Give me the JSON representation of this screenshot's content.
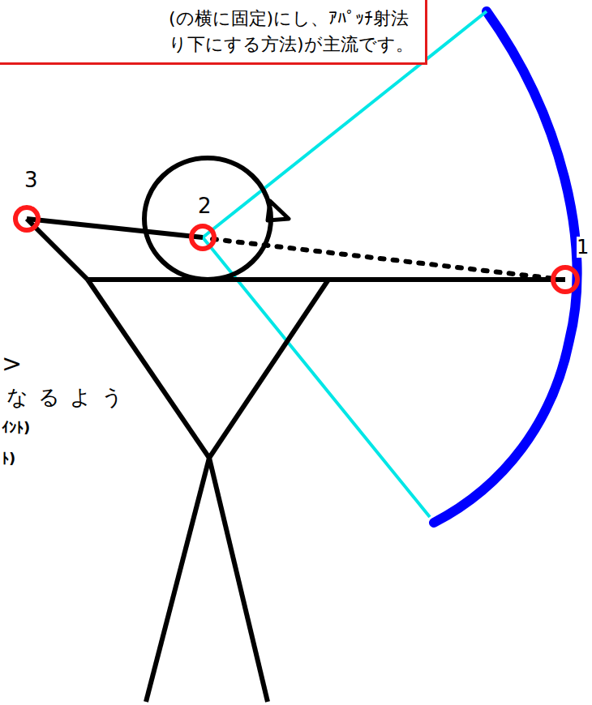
{
  "diagram": {
    "nodes": [
      {
        "text": [
          "(の横に固定)にし、ｱﾊﾟｯﾁ射法 り下にする方法)が主流です。"
        ]
      }
    ],
    "labels": [
      "3",
      "2",
      "1",
      ">",
      "なるよう",
      "ｲﾝﾄ)",
      "ﾄ)"
    ]
  }
}
